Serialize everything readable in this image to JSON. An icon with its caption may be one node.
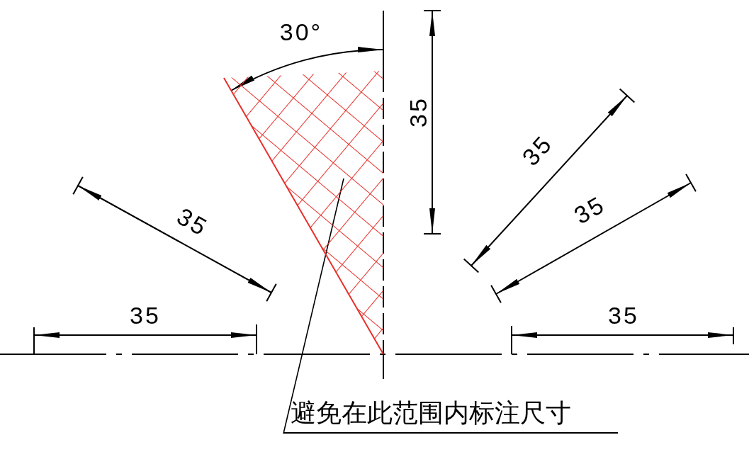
{
  "diagram": {
    "nodes": [
      {
        "text": [],
        "shape": "triangle"
      },
      {
        "text": [
          "避免在此范围内标注尺寸"
        ]
      }
    ],
    "edges": [
      {
        "from": 1,
        "to": 0,
        "arrow": "none"
      }
    ],
    "labels": [
      "30°",
      "35",
      "35",
      "35",
      "35",
      "35",
      "35"
    ]
  }
}
